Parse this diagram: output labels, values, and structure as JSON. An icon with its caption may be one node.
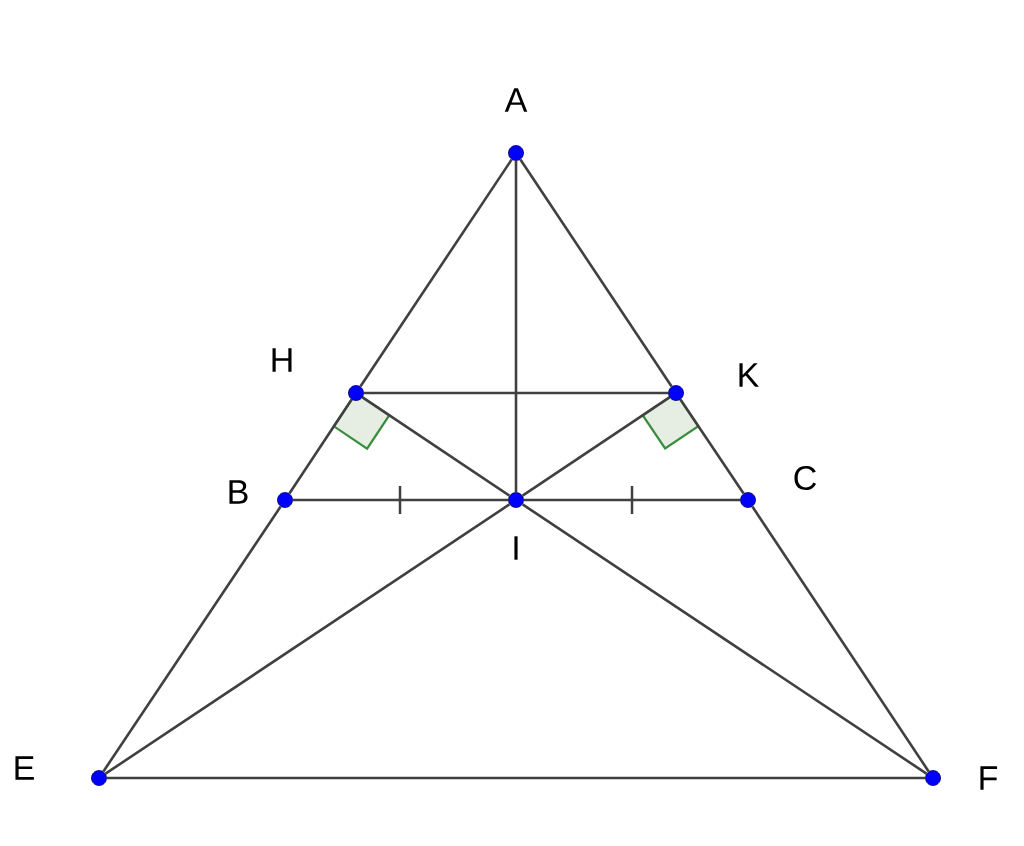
{
  "diagram": {
    "nodes": [
      {
        "text": [],
        "shape": "circle",
        "beside": [
          "A"
        ]
      },
      {
        "text": [],
        "shape": "circle",
        "beside": [
          "H"
        ]
      },
      {
        "text": [],
        "shape": "circle",
        "beside": [
          "K"
        ]
      },
      {
        "text": [],
        "shape": "circle",
        "beside": [
          "B"
        ]
      },
      {
        "text": [],
        "shape": "circle",
        "beside": [
          "I"
        ]
      },
      {
        "text": [],
        "shape": "circle",
        "beside": [
          "C"
        ]
      },
      {
        "text": [],
        "shape": "circle",
        "beside": [
          "E"
        ]
      },
      {
        "text": [],
        "shape": "circle",
        "beside": [
          "F"
        ]
      }
    ],
    "edges": [
      {
        "from": 0,
        "to": 1,
        "arrow": "none"
      },
      {
        "from": 1,
        "to": 3,
        "arrow": "none"
      },
      {
        "from": 3,
        "to": 6,
        "arrow": "none"
      },
      {
        "from": 0,
        "to": 2,
        "arrow": "none"
      },
      {
        "from": 2,
        "to": 5,
        "arrow": "none"
      },
      {
        "from": 5,
        "to": 7,
        "arrow": "none"
      },
      {
        "from": 0,
        "to": 4,
        "arrow": "none"
      },
      {
        "from": 1,
        "to": 2,
        "arrow": "none"
      },
      {
        "from": 3,
        "to": 4,
        "arrow": "none"
      },
      {
        "from": 4,
        "to": 5,
        "arrow": "none"
      },
      {
        "from": 1,
        "to": 4,
        "arrow": "none"
      },
      {
        "from": 2,
        "to": 4,
        "arrow": "none"
      },
      {
        "from": 6,
        "to": 4,
        "arrow": "none"
      },
      {
        "from": 7,
        "to": 4,
        "arrow": "none"
      },
      {
        "from": 6,
        "to": 7,
        "arrow": "none"
      }
    ]
  }
}
